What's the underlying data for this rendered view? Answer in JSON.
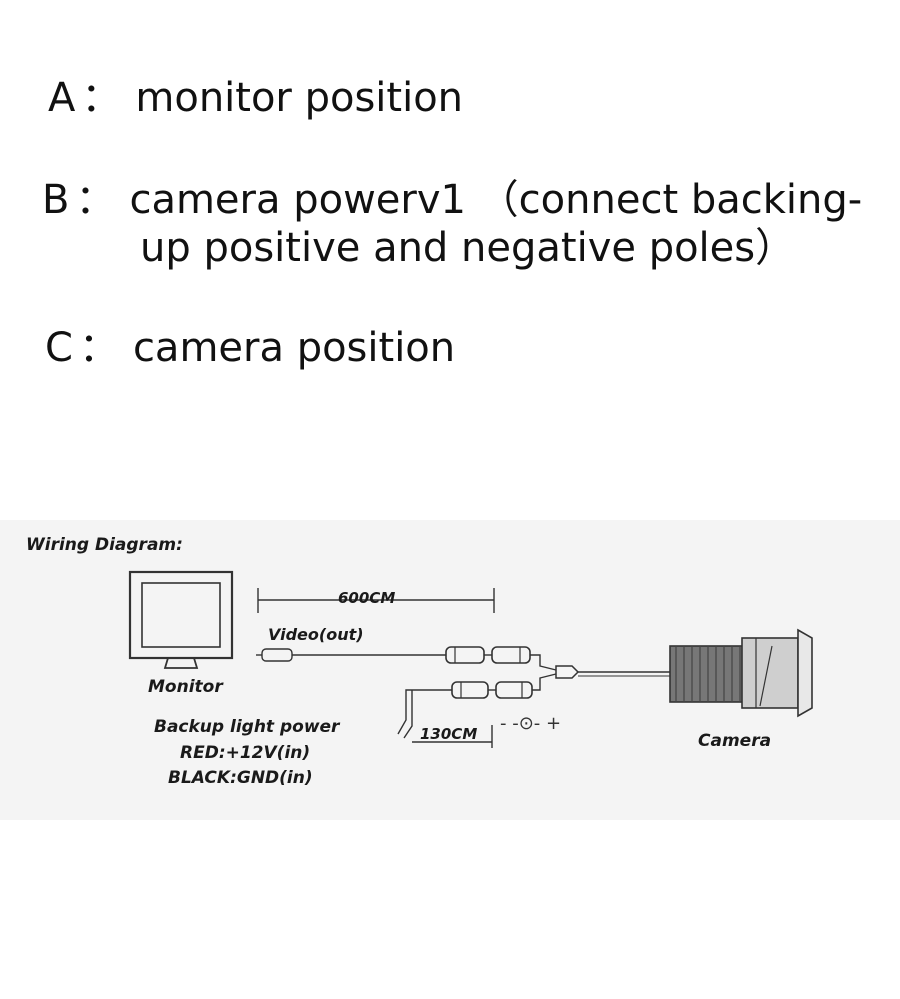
{
  "legend": {
    "a": {
      "key": "A",
      "sep": "：",
      "text": "monitor position"
    },
    "b": {
      "key": "B",
      "sep": "：",
      "text": "camera powerv1 （connect backing-",
      "text2": "up positive and negative poles）"
    },
    "c": {
      "key": "C",
      "sep": "：",
      "text": "camera position"
    }
  },
  "diagram": {
    "title": "Wiring Diagram:",
    "monitor_label": "Monitor",
    "length_long": "600CM",
    "video_label": "Video(out)",
    "backup_label": "Backup light power",
    "red_label": "RED:+12V(in)",
    "black_label": "BLACK:GND(in)",
    "length_short": "130CM",
    "polarity": "- -⊙- +",
    "camera_label": "Camera"
  }
}
